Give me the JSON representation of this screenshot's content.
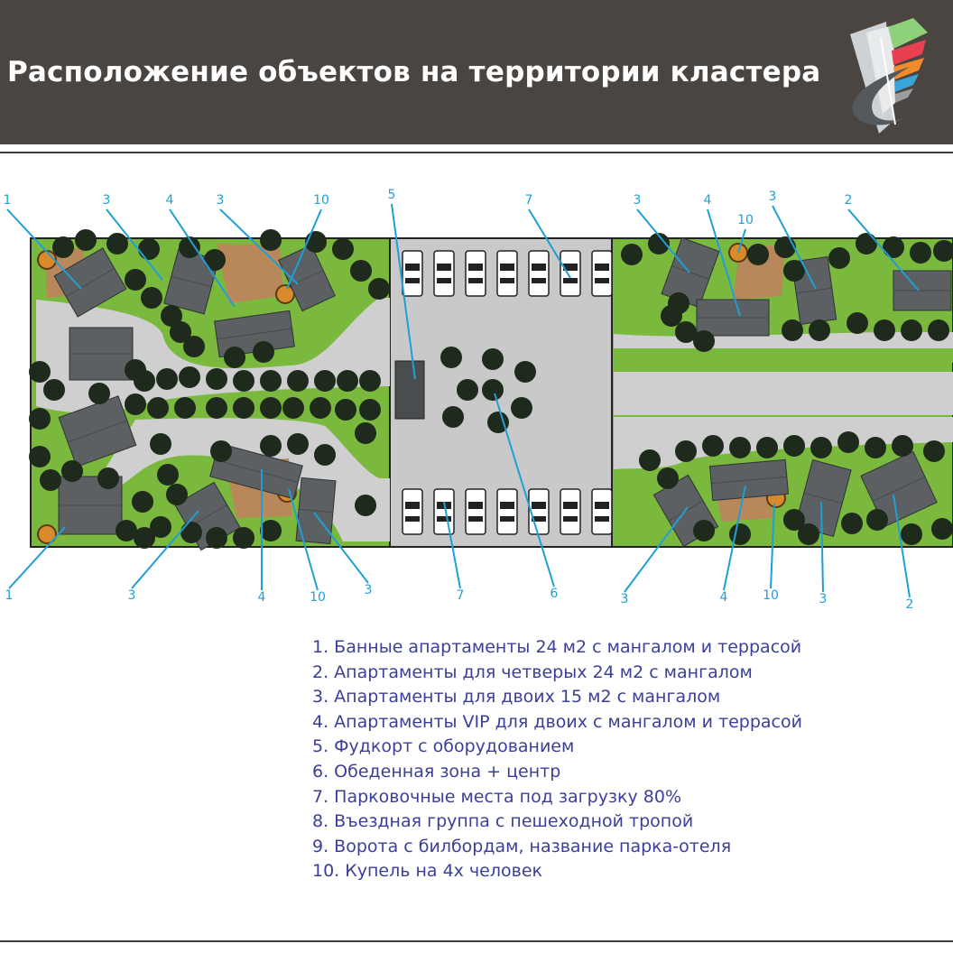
{
  "header": {
    "title": "Расположение объектов на территории кластера",
    "background": "#4b4541"
  },
  "colors": {
    "callout": "#1f9fd6",
    "legend_text": "#3b3f99",
    "grass": "#7ab93e",
    "paving": "#c9c9c9",
    "roof": "#5c6063",
    "tree": "#1d2a1c",
    "deck": "#b8875a"
  },
  "plan": {
    "callouts_top": [
      "1",
      "3",
      "4",
      "3",
      "10",
      "5",
      "7",
      "3",
      "4",
      "10",
      "3",
      "2"
    ],
    "callouts_bottom": [
      "1",
      "3",
      "4",
      "10",
      "3",
      "7",
      "6",
      "3",
      "4",
      "10",
      "3",
      "2"
    ]
  },
  "legend": {
    "items": [
      "1. Банные апартаменты 24 м2 с мангалом и террасой",
      "2. Апартаменты для четверых 24 м2 с мангалом",
      "3. Апартаменты для двоих 15 м2 с мангалом",
      "4. Апартаменты VIP для двоих с мангалом и террасой",
      "5. Фудкорт с оборудованием",
      "6. Обеденная зона + центр",
      "7. Парковочные места под загрузку 80%",
      "8. Въездная группа с пешеходной тропой",
      "9. Ворота с билбордам, название парка-отеля",
      "10. Купель на 4х человек"
    ]
  }
}
